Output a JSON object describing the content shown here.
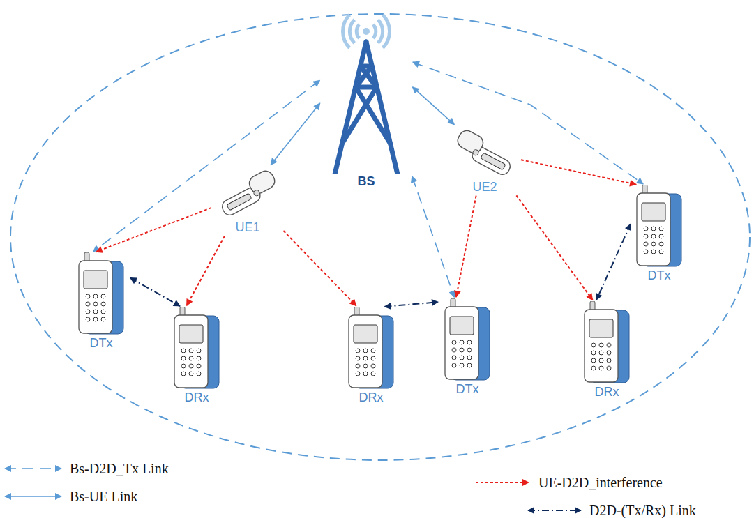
{
  "diagram": {
    "nodes": [
      {
        "text": [
          "BS"
        ]
      },
      {
        "text": [
          "UE1"
        ]
      },
      {
        "text": [
          "UE2"
        ]
      },
      {
        "text": [
          "DTx"
        ]
      },
      {
        "text": [
          "DRx"
        ]
      },
      {
        "text": [
          "DRx"
        ]
      },
      {
        "text": [
          "DTx"
        ]
      },
      {
        "text": [
          "DTx"
        ]
      },
      {
        "text": [
          "DRx"
        ]
      }
    ],
    "edges": [
      {
        "from": 0,
        "to": 1,
        "arrow": "both"
      },
      {
        "from": 0,
        "to": 2,
        "arrow": "both"
      },
      {
        "from": 0,
        "to": 3,
        "arrow": "both"
      },
      {
        "from": 0,
        "to": 6,
        "arrow": "both"
      },
      {
        "from": 0,
        "to": 7,
        "arrow": "both"
      },
      {
        "from": 1,
        "to": 3,
        "arrow": "to"
      },
      {
        "from": 1,
        "to": 4,
        "arrow": "to"
      },
      {
        "from": 1,
        "to": 5,
        "arrow": "to"
      },
      {
        "from": 2,
        "to": 6,
        "arrow": "to"
      },
      {
        "from": 2,
        "to": 7,
        "arrow": "to"
      },
      {
        "from": 2,
        "to": 8,
        "arrow": "to"
      },
      {
        "from": 3,
        "to": 4,
        "arrow": "both"
      },
      {
        "from": 5,
        "to": 6,
        "arrow": "both"
      },
      {
        "from": 7,
        "to": 8,
        "arrow": "both"
      }
    ],
    "legend": [
      {
        "text": "Bs-D2D_Tx Link"
      },
      {
        "text": "Bs-UE Link"
      },
      {
        "text": "UE-D2D_interference"
      },
      {
        "text": "D2D-(Tx/Rx) Link"
      }
    ]
  }
}
